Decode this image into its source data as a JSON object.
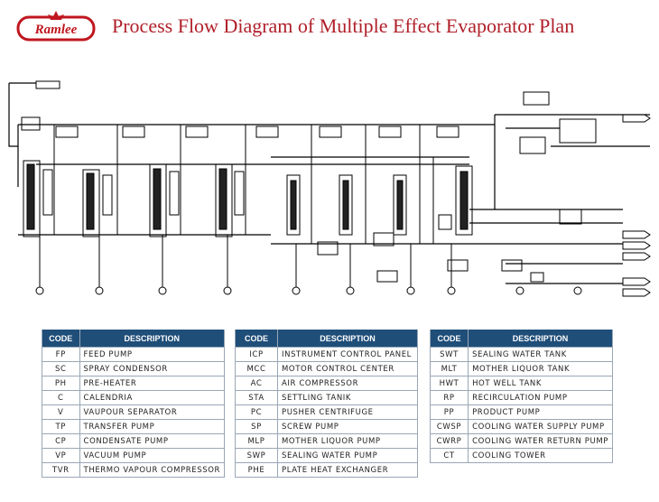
{
  "header": {
    "logo_text": "Ramlee",
    "title": "Process Flow Diagram of Multiple Effect Evaporator Plan"
  },
  "legend_header": {
    "code": "CODE",
    "description": "DESCRIPTION"
  },
  "legend_tables": [
    {
      "rows": [
        {
          "code": "FP",
          "description": "FEED PUMP"
        },
        {
          "code": "SC",
          "description": "SPRAY CONDENSOR"
        },
        {
          "code": "PH",
          "description": "PRE-HEATER"
        },
        {
          "code": "C",
          "description": "CALENDRIA"
        },
        {
          "code": "V",
          "description": "VAUPOUR SEPARATOR"
        },
        {
          "code": "TP",
          "description": "TRANSFER PUMP"
        },
        {
          "code": "CP",
          "description": "CONDENSATE PUMP"
        },
        {
          "code": "VP",
          "description": "VACUUM PUMP"
        },
        {
          "code": "TVR",
          "description": "THERMO VAPOUR COMPRESSOR"
        }
      ]
    },
    {
      "rows": [
        {
          "code": "ICP",
          "description": "INSTRUMENT CONTROL PANEL"
        },
        {
          "code": "MCC",
          "description": "MOTOR CONTROL CENTER"
        },
        {
          "code": "AC",
          "description": "AIR COMPRESSOR"
        },
        {
          "code": "STA",
          "description": "SETTLING TANIK"
        },
        {
          "code": "PC",
          "description": "PUSHER CENTRIFUGE"
        },
        {
          "code": "SP",
          "description": "SCREW PUMP"
        },
        {
          "code": "MLP",
          "description": "MOTHER LIQUOR PUMP"
        },
        {
          "code": "SWP",
          "description": "SEALING WATER PUMP"
        },
        {
          "code": "PHE",
          "description": "PLATE HEAT EXCHANGER"
        }
      ]
    },
    {
      "rows": [
        {
          "code": "SWT",
          "description": "SEALING WATER TANK"
        },
        {
          "code": "MLT",
          "description": "MOTHER LIQUOR TANK"
        },
        {
          "code": "HWT",
          "description": "HOT WELL TANK"
        },
        {
          "code": "RP",
          "description": "RECIRCULATION PUMP"
        },
        {
          "code": "PP",
          "description": "PRODUCT PUMP"
        },
        {
          "code": "CWSP",
          "description": "COOLING WATER SUPPLY PUMP"
        },
        {
          "code": "CWRP",
          "description": "COOLING WATER RETURN PUMP"
        },
        {
          "code": "CT",
          "description": "COOLING TOWER"
        }
      ]
    }
  ],
  "colors": {
    "title": "#b0202a",
    "table_header": "#1f4e79",
    "logo_red": "#c0161f"
  }
}
